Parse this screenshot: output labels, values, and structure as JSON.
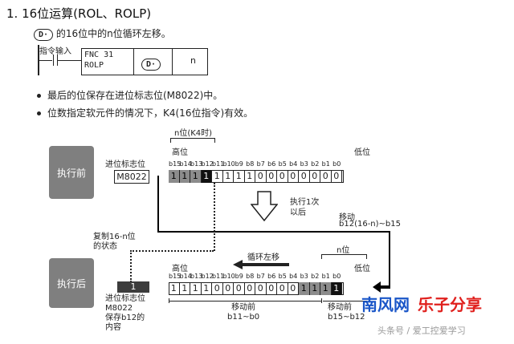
{
  "heading": "1. 16位运算(ROL、ROLP)",
  "intro": {
    "operand_pill": "D·",
    "text": "的16位中的n位循环左移。"
  },
  "ladder": {
    "input_label": "指令输入",
    "instruction_lines": "FNC 31\nROLP",
    "operand_pill": "D·",
    "n_label": "n"
  },
  "bullets": [
    "最后的位保存在进位标志位(M8022)中。",
    "位数指定软元件的情况下，K4(16位指令)有效。"
  ],
  "diagram": {
    "before_button": "执行前",
    "after_button": "执行后",
    "n_bits_label": "n位(K4时)",
    "high_label": "高位",
    "low_label": "低位",
    "carry_label_before": "进位标志位",
    "carry_device_before": "M8022",
    "bit_names": [
      "b15",
      "b14",
      "b13",
      "b12",
      "b11",
      "b10",
      "b9",
      "b8",
      "b7",
      "b6",
      "b5",
      "b4",
      "b3",
      "b2",
      "b1",
      "b0"
    ],
    "bits_before": [
      "1",
      "1",
      "1",
      "1",
      "1",
      "1",
      "1",
      "1",
      "0",
      "0",
      "0",
      "0",
      "0",
      "0",
      "0",
      "0"
    ],
    "bits_after": [
      "1",
      "1",
      "1",
      "1",
      "0",
      "0",
      "0",
      "0",
      "0",
      "0",
      "0",
      "0",
      "1",
      "1",
      "1",
      "1"
    ],
    "exec_once": "执行1次\n以后",
    "move_label": "移动",
    "move_range": "b12(16-n)~b15",
    "copy_note": "复制16-n位\n的状态",
    "rotate_left": "循环左移",
    "n_bits_label_after": "n位",
    "high_label_after": "高位",
    "low_label_after": "低位",
    "carry_value_after": "1",
    "carry_label_after": "进位标志位\nM8022\n保存b12的\n内容",
    "moved_before_1": "移动前\nb11~b0",
    "moved_before_2": "移动前\nb15~b12"
  },
  "watermark": {
    "brand_blue": "南风网",
    "brand_red": "乐子分享",
    "footer": "头条号 / 爱工控爱学习"
  }
}
